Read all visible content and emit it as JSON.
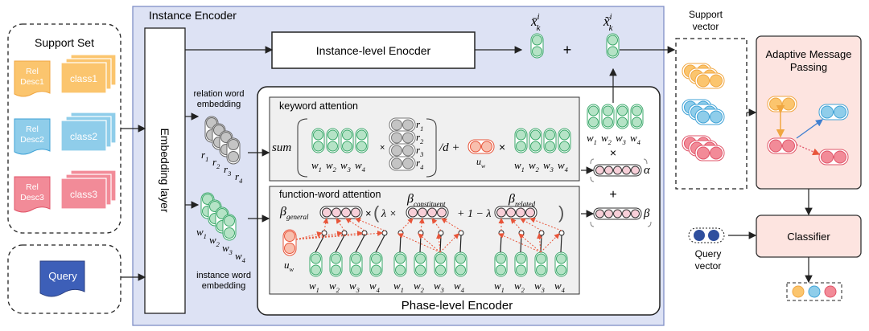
{
  "support_set": {
    "title": "Support Set",
    "items": [
      {
        "desc_line1": "Rel",
        "desc_line2": "Desc1",
        "class": "class1",
        "fill": "#fbc56e",
        "stroke": "#f0a640"
      },
      {
        "desc_line1": "Rel",
        "desc_line2": "Desc2",
        "class": "class2",
        "fill": "#8fcdea",
        "stroke": "#3fa2d6"
      },
      {
        "desc_line1": "Rel",
        "desc_line2": "Desc3",
        "class": "class3",
        "fill": "#f28b98",
        "stroke": "#e05468"
      }
    ]
  },
  "query": {
    "label": "Query",
    "color": "#3d5fb8"
  },
  "instance_encoder": {
    "title": "Instance Encoder",
    "embedding_layer": "Embedding layer",
    "instance_level_encoder": "Instance-level Enocder",
    "xbar": {
      "base": "x̄",
      "sup": "i",
      "sub": "k"
    },
    "xtilde": {
      "base": "x̃",
      "sup": "i",
      "sub": "k"
    },
    "plus": "+",
    "relation_word_embedding": [
      "relation word",
      "embedding"
    ],
    "instance_word_embedding": [
      "instance word",
      "embedding"
    ],
    "phase_level_encoder": "Phase-level Encoder"
  },
  "symbols": {
    "word": "w",
    "relation": "r",
    "indices": [
      "1",
      "2",
      "3",
      "4"
    ],
    "u": "u",
    "u_sub": "w",
    "times": "×",
    "plus": "+",
    "alpha": "α",
    "beta": "β"
  },
  "keyword_attention": {
    "title": "keyword attention",
    "sum": "sum",
    "div_d_plus": "/d +"
  },
  "function_word_attention": {
    "title": "function-word attention",
    "beta_general_sub": "general",
    "beta_constituent_sub": "constituent",
    "beta_related_sub": "related",
    "lambda_times": "λ ×",
    "one_minus_lambda": "+ 1 − λ ×",
    "open_paren": "(",
    "close_paren": ")"
  },
  "support_vector": {
    "line1": "Support",
    "line2": "vector"
  },
  "adaptive_message_passing": {
    "line1": "Adaptive Message",
    "line2": "Passing"
  },
  "classifier": {
    "label": "Classifier"
  },
  "query_vector": {
    "line1": "Query",
    "line2": "vector"
  },
  "colors": {
    "encoder_bg": "#dde2f4",
    "green": "#b5e3c6",
    "green_stroke": "#3aa86a",
    "gray": "#c4c4c4",
    "gray_stroke": "#777777",
    "uw": "#f8bfae",
    "uw_stroke": "#e8553a",
    "pink": "#f7cfd8",
    "orange": "#fbc56e",
    "blue": "#8fcdea",
    "red": "#f28b98",
    "amp_bg": "#fde4e0",
    "query_dark": "#2f4f9e"
  }
}
